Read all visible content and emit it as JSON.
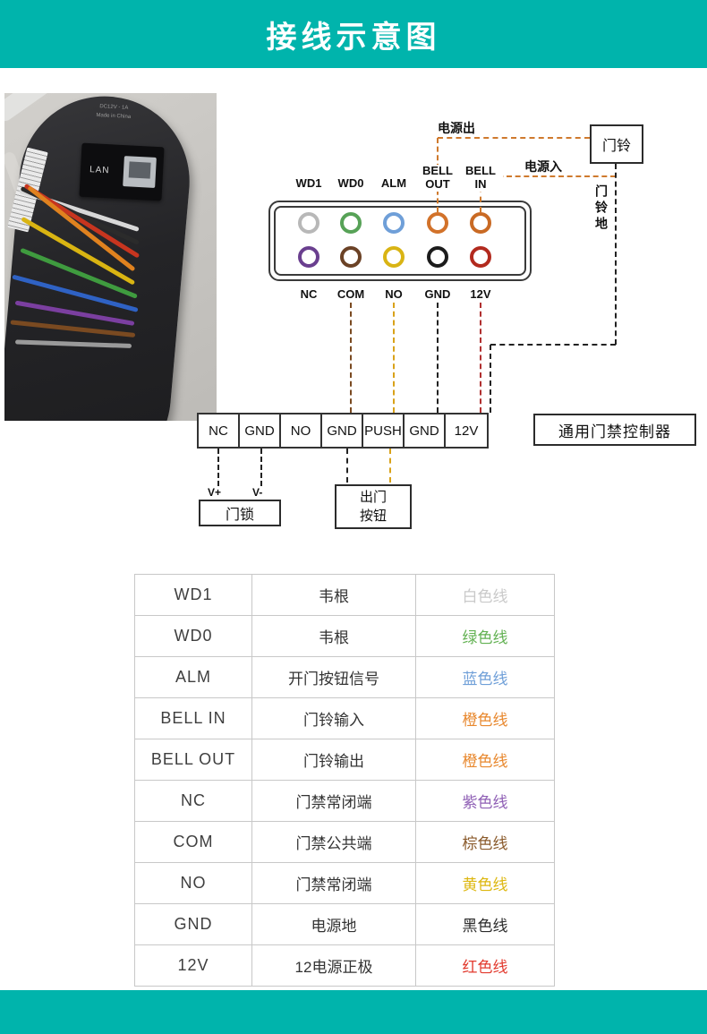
{
  "page": {
    "title": "接线示意图",
    "accent_color": "#00b4ac"
  },
  "photo": {
    "lan_label": "LAN",
    "power_text": "DC12V - 1A",
    "origin_text": "Made in China"
  },
  "connector": {
    "top_pins": [
      {
        "label": "WD1",
        "color": "#b8b8b8"
      },
      {
        "label": "WD0",
        "color": "#57a257"
      },
      {
        "label": "ALM",
        "color": "#6f9fd8"
      },
      {
        "label": "BELL OUT",
        "color": "#d2722a"
      },
      {
        "label": "BELL IN",
        "color": "#c96a24"
      }
    ],
    "bottom_pins": [
      {
        "label": "NC",
        "color": "#6a3f8f"
      },
      {
        "label": "COM",
        "color": "#6b4226"
      },
      {
        "label": "NO",
        "color": "#d9b414"
      },
      {
        "label": "GND",
        "color": "#1c1c1c"
      },
      {
        "label": "12V",
        "color": "#b22a1e"
      }
    ]
  },
  "wiring": {
    "power_out_label": "电源出",
    "power_in_label": "电源入",
    "doorbell_label": "门铃",
    "doorbell_ground_label": "门铃地",
    "controller_label": "通用门禁控制器",
    "terminals": [
      "NC",
      "GND",
      "NO",
      "GND",
      "PUSH",
      "GND",
      "12V"
    ],
    "vplus_label": "V+",
    "vminus_label": "V-",
    "door_lock_label": "门锁",
    "exit_button_label": "出门按钮",
    "line_colors": {
      "power_out": "#cf7a2e",
      "power_in": "#cf7a2e",
      "doorbell_ground": "#222222",
      "com_line": "#7a4a21",
      "no_line": "#d9a21a",
      "gnd_line": "#222222",
      "v12_line": "#b03030",
      "lock_line": "#222222",
      "push_line": "#d9a21a"
    }
  },
  "table": {
    "rows": [
      {
        "pin": "WD1",
        "desc": "韦根",
        "wire": "白色线",
        "color": "#c9c9c9"
      },
      {
        "pin": "WD0",
        "desc": "韦根",
        "wire": "绿色线",
        "color": "#62b152"
      },
      {
        "pin": "ALM",
        "desc": "开门按钮信号",
        "wire": "蓝色线",
        "color": "#6f9fd8"
      },
      {
        "pin": "BELL IN",
        "desc": "门铃输入",
        "wire": "橙色线",
        "color": "#e8882e"
      },
      {
        "pin": "BELL OUT",
        "desc": "门铃输出",
        "wire": "橙色线",
        "color": "#e8882e"
      },
      {
        "pin": "NC",
        "desc": "门禁常闭端",
        "wire": "紫色线",
        "color": "#8f5fb5"
      },
      {
        "pin": "COM",
        "desc": "门禁公共端",
        "wire": "棕色线",
        "color": "#8a5a2b"
      },
      {
        "pin": "NO",
        "desc": "门禁常闭端",
        "wire": "黄色线",
        "color": "#ddb70f"
      },
      {
        "pin": "GND",
        "desc": "电源地",
        "wire": "黑色线",
        "color": "#2b2b2b"
      },
      {
        "pin": "12V",
        "desc": "12电源正极",
        "wire": "红色线",
        "color": "#e23a2e"
      }
    ]
  }
}
